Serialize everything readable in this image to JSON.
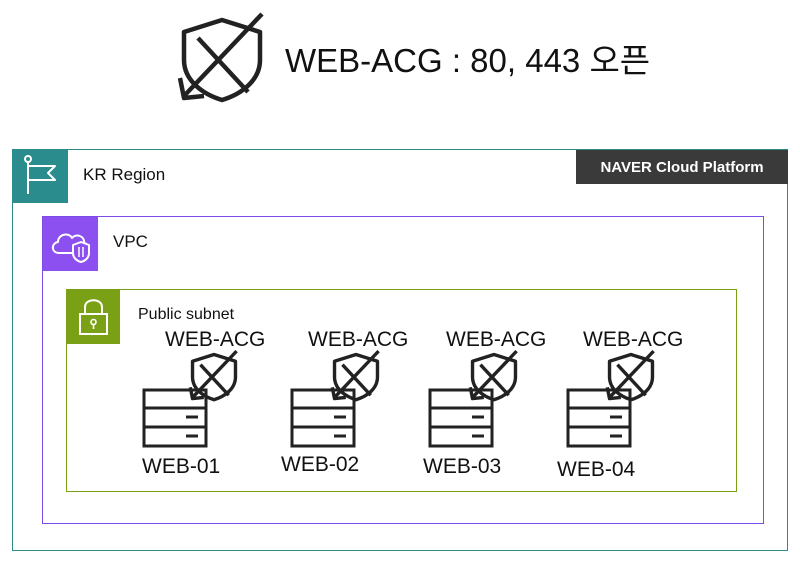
{
  "header": {
    "title": "WEB-ACG : 80, 443 오픈",
    "icon": "shield-off-icon"
  },
  "region": {
    "label": "KR Region",
    "brand": "NAVER Cloud Platform",
    "color": "#2a8c8c",
    "icon": "flag-icon"
  },
  "vpc": {
    "label": "VPC",
    "color": "#8c4ff0",
    "icon": "cloud-shield-icon"
  },
  "subnet": {
    "label": "Public subnet",
    "color": "#7aa116",
    "icon": "padlock-icon"
  },
  "servers": [
    {
      "acg": "WEB-ACG",
      "name": "WEB-01"
    },
    {
      "acg": "WEB-ACG",
      "name": "WEB-02"
    },
    {
      "acg": "WEB-ACG",
      "name": "WEB-03"
    },
    {
      "acg": "WEB-ACG",
      "name": "WEB-04"
    }
  ]
}
